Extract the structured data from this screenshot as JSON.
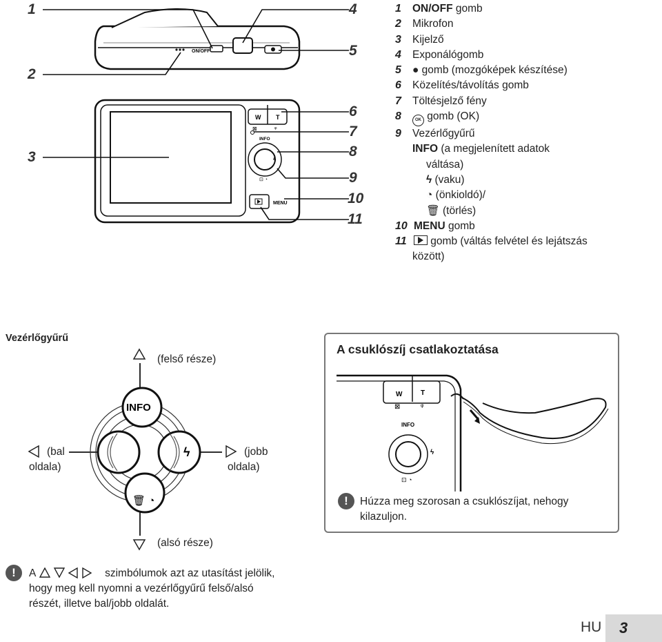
{
  "callouts": [
    "1",
    "2",
    "3",
    "4",
    "5",
    "6",
    "7",
    "8",
    "9",
    "10",
    "11"
  ],
  "camera_labels": {
    "onoff": "ON/OFF",
    "w": "W",
    "t": "T",
    "info": "INFO",
    "menu": "MENU"
  },
  "parts": [
    {
      "n": "1",
      "prefix": "",
      "strong": "ON/OFF",
      "text": " gomb"
    },
    {
      "n": "2",
      "prefix": "",
      "strong": "",
      "text": "Mikrofon"
    },
    {
      "n": "3",
      "prefix": "",
      "strong": "",
      "text": "Kijelző"
    },
    {
      "n": "4",
      "prefix": "",
      "strong": "",
      "text": "Exponálógomb"
    },
    {
      "n": "5",
      "prefix": "●",
      "strong": "",
      "text": " gomb (mozgóképek készítése)"
    },
    {
      "n": "6",
      "prefix": "",
      "strong": "",
      "text": "Közelítés/távolítás gomb"
    },
    {
      "n": "7",
      "prefix": "",
      "strong": "",
      "text": "Töltésjelző fény"
    },
    {
      "n": "8",
      "prefix": "OK",
      "strong": "",
      "text": " gomb (OK)"
    },
    {
      "n": "9",
      "prefix": "",
      "strong": "",
      "text": "Vezérlőgyűrű"
    }
  ],
  "ring_functions": {
    "info_strong": "INFO",
    "info_text_1": " (a megjelenített adatok",
    "info_text_2": "váltása)",
    "flash": " (vaku)",
    "timer": " (önkioldó)/",
    "trash": " (törlés)"
  },
  "part10": {
    "n": "10",
    "strong": "MENU",
    "text": " gomb"
  },
  "part11": {
    "n": "11",
    "text_1": " gomb (váltás felvétel és lejátszás",
    "text_2": "között)"
  },
  "ring_section": {
    "title": "Vezérlőgyűrű",
    "top": "(felső része)",
    "left_1": "(bal",
    "left_2": "oldala)",
    "right_1": "(jobb",
    "right_2": "oldala)",
    "bottom": "(alsó része)",
    "info": "INFO"
  },
  "strap_box": {
    "title": "A csuklószíj csatlakoztatása",
    "note_1": "Húzza meg szorosan a csuklószíjat, nehogy",
    "note_2": "kilazuljon."
  },
  "bottom_note": {
    "a": "A",
    "line_1": "szimbólumok azt az utasítást jelölik,",
    "line_2": "hogy meg kell nyomni a vezérlőgyűrű felső/alsó",
    "line_3": "részét, illetve bal/jobb oldalát."
  },
  "footer": {
    "lang": "HU",
    "page": "3"
  },
  "colors": {
    "tab": "#d9d9d9",
    "warn": "#555555"
  }
}
